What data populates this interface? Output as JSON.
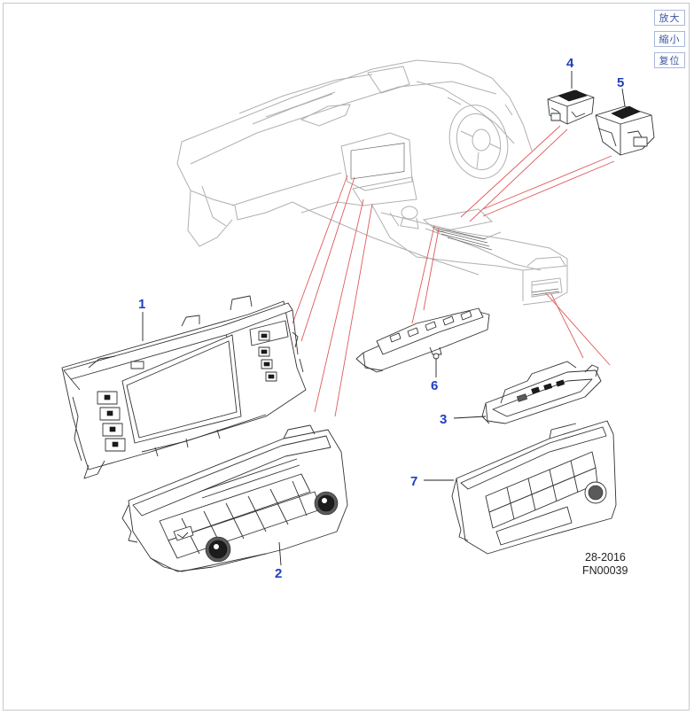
{
  "viewer": {
    "zoom_in_label": "放大",
    "zoom_out_label": "縮小",
    "reset_label": "复位"
  },
  "diagram": {
    "callouts": [
      "1",
      "2",
      "3",
      "4",
      "5",
      "6",
      "7"
    ],
    "figure_code": "28-2016",
    "figure_id": "FN00039"
  },
  "colors": {
    "callout_number": "#1f3fbf",
    "leader_line_red": "#e05a5a",
    "button_border": "#a9b8d8"
  }
}
